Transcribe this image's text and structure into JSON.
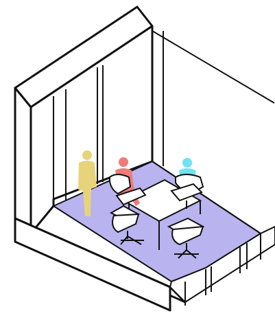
{
  "scene": {
    "colors": {
      "floor": "#b9b3ef",
      "line": "#111111",
      "wall_fill": "#ffffff",
      "wall_shadow": "#f2f2f2",
      "person_standing": "#e7d37a",
      "person_left": "#f07b7b",
      "person_right": "#6fe3ef"
    },
    "people": [
      {
        "name": "standing-person",
        "color_key": "person_standing"
      },
      {
        "name": "seated-person-left",
        "color_key": "person_left"
      },
      {
        "name": "seated-person-right",
        "color_key": "person_right"
      }
    ]
  }
}
